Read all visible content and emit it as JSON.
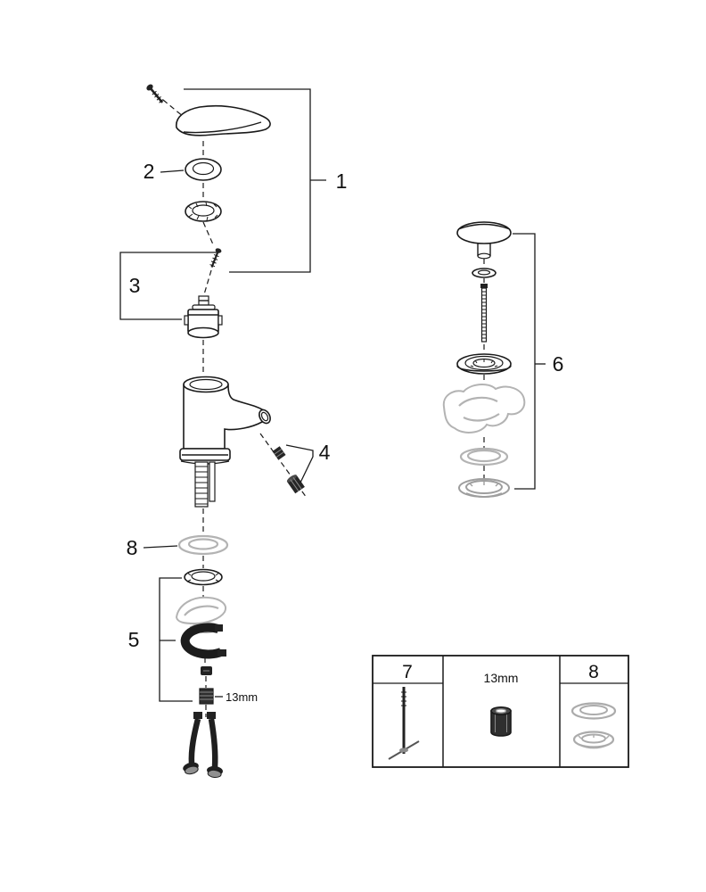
{
  "figure": {
    "type": "exploded-parts-diagram",
    "background": "#ffffff",
    "line_color": "#1a1a1a",
    "ghost_color": "#b3b3b3",
    "part_labels": {
      "p1": "1",
      "p2": "2",
      "p3": "3",
      "p4": "4",
      "p5": "5",
      "p6": "6",
      "p8": "8"
    },
    "callouts": {
      "wrench_size": "13mm"
    },
    "tools_table": {
      "col1_header": "7",
      "col2_label": "13mm",
      "col3_header": "8"
    }
  }
}
